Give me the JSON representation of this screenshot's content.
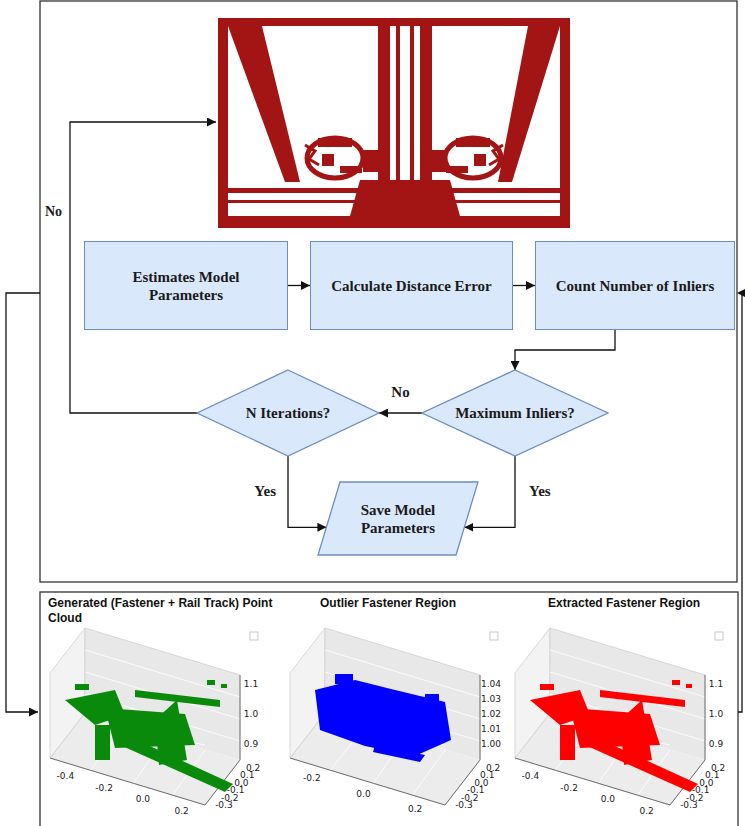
{
  "diagram": {
    "nodes": [
      {
        "text": [
          "Estimates Model Parameters"
        ]
      },
      {
        "text": [
          "Calculate Distance Error"
        ]
      },
      {
        "text": [
          "Count Number of Inliers"
        ]
      },
      {
        "text": [
          "Maximum Inliers?"
        ]
      },
      {
        "text": [
          "N Iterations?"
        ]
      },
      {
        "text": [
          "Save Model Parameters"
        ]
      }
    ],
    "edges": [
      {
        "from": 0,
        "to": 1,
        "arrow": "to"
      },
      {
        "from": 1,
        "to": 2,
        "arrow": "to"
      },
      {
        "from": 2,
        "to": 3,
        "arrow": "to"
      },
      {
        "from": 3,
        "to": 4,
        "label": "No",
        "arrow": "to"
      },
      {
        "from": 4,
        "to": 5,
        "label": "Yes",
        "arrow": "to"
      },
      {
        "from": 3,
        "to": 5,
        "label": "Yes",
        "arrow": "to"
      }
    ],
    "labels": [
      "No",
      "Generated (Fastener + Rail Track) Point Cloud",
      "1.1",
      "1.0",
      "0.9",
      "-0.4",
      "-0.2",
      "0.0",
      "0.2",
      "0.2",
      "0.1",
      "0.0",
      "-0.1",
      "-0.2",
      "-0.3",
      "Outlier Fastener Region",
      "1.04",
      "1.03",
      "1.02",
      "1.01",
      "1.00",
      "-0.2",
      "0.0",
      "0.2",
      "0.2",
      "0.1",
      "0.0",
      "-0.1",
      "-0.2",
      "-0.3",
      "Extracted Fastener Region",
      "1.1",
      "1.0",
      "0.9",
      "-0.4",
      "-0.2",
      "0.0",
      "0.2",
      "0.2",
      "0.1",
      "0.0",
      "-0.1",
      "-0.2",
      "-0.3"
    ]
  }
}
